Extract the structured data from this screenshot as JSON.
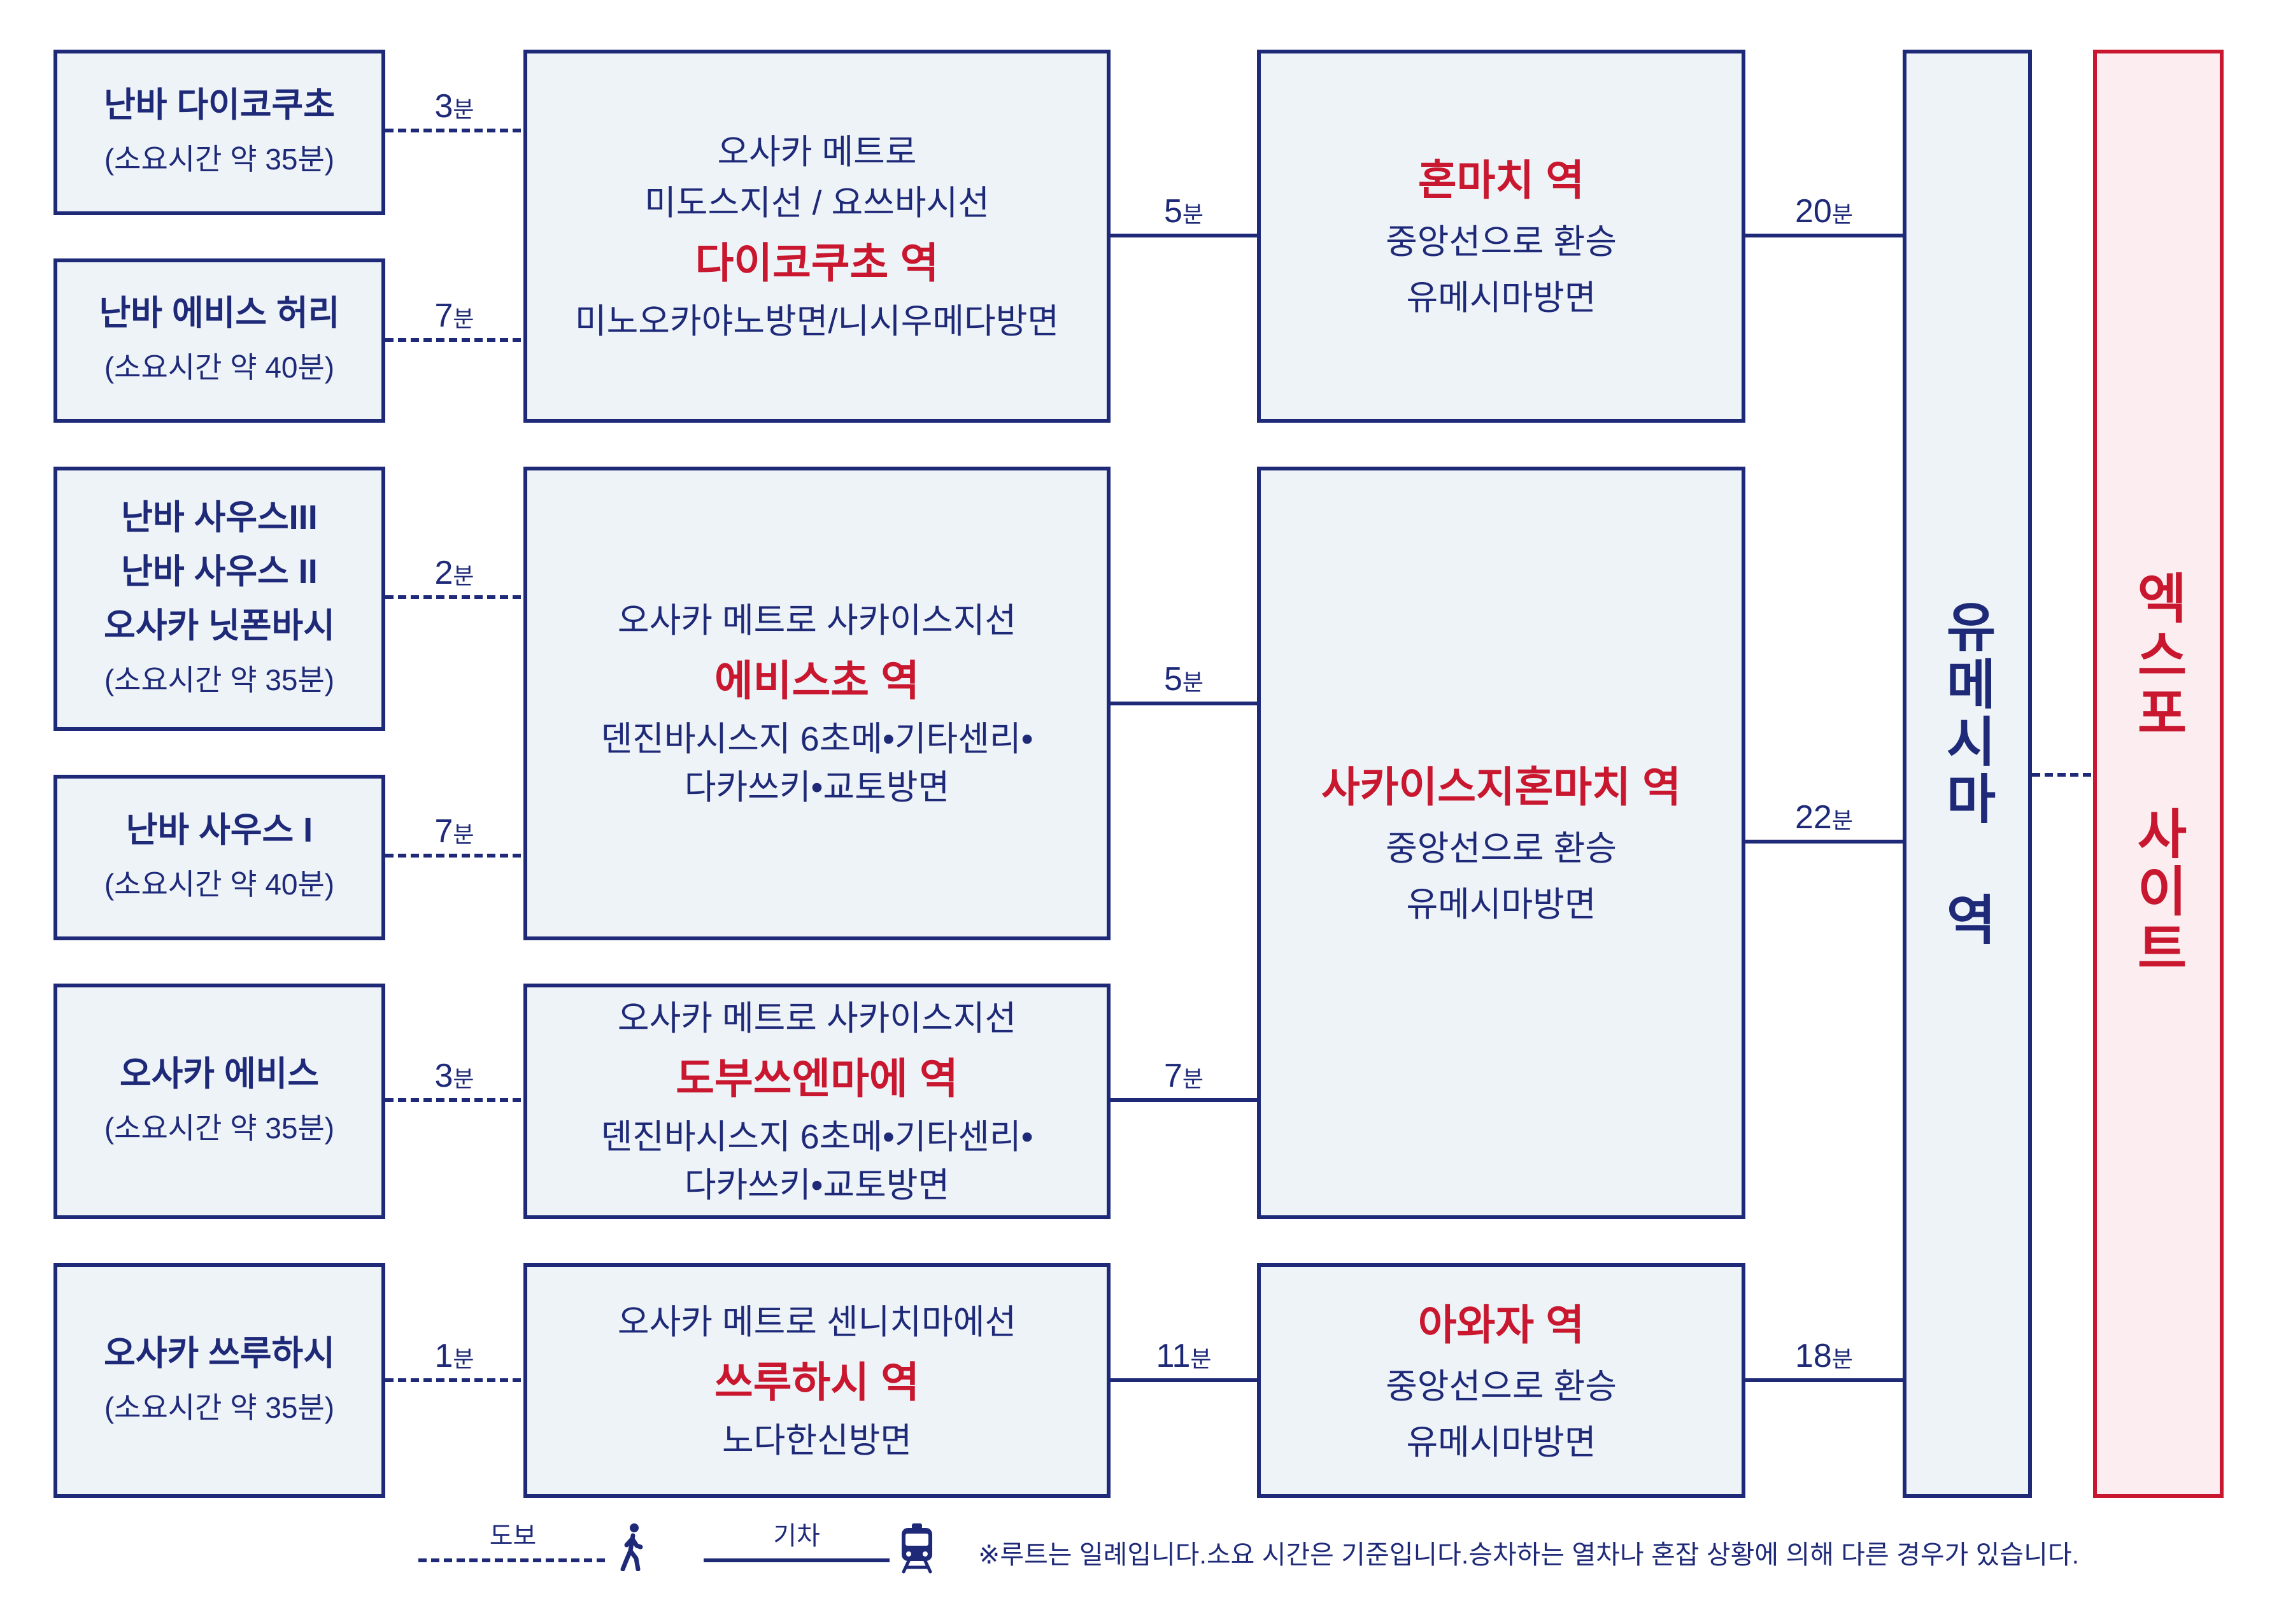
{
  "origins": [
    {
      "name_lines": [
        "난바 다이코쿠초"
      ],
      "duration": "(소요시간 약 35분)"
    },
    {
      "name_lines": [
        "난바 에비스 허리"
      ],
      "duration": "(소요시간 약 40분)"
    },
    {
      "name_lines": [
        "난바 사우스III",
        "난바 사우스 II",
        "오사카 닛폰바시"
      ],
      "duration": "(소요시간 약 35분)"
    },
    {
      "name_lines": [
        "난바 사우스 I"
      ],
      "duration": "(소요시간 약 40분)"
    },
    {
      "name_lines": [
        "오사카 에비스"
      ],
      "duration": "(소요시간 약 35분)"
    },
    {
      "name_lines": [
        "오사카 쓰루하시"
      ],
      "duration": "(소요시간 약 35분)"
    }
  ],
  "walk_times": [
    {
      "minutes": "3",
      "unit": "분"
    },
    {
      "minutes": "7",
      "unit": "분"
    },
    {
      "minutes": "2",
      "unit": "분"
    },
    {
      "minutes": "7",
      "unit": "분"
    },
    {
      "minutes": "3",
      "unit": "분"
    },
    {
      "minutes": "1",
      "unit": "분"
    }
  ],
  "boarding_stations": [
    {
      "line_lines": [
        "오사카 메트로",
        "미도스지선 / 요쓰바시선"
      ],
      "station": "다이코쿠초 역",
      "direction_lines": [
        "미노오카야노방면/니시우메다방면"
      ]
    },
    {
      "line_lines": [
        "오사카 메트로 사카이스지선"
      ],
      "station": "에비스초 역",
      "direction_lines": [
        "덴진바시스지 6초메•기타센리•",
        "다카쓰키•교토방면"
      ]
    },
    {
      "line_lines": [
        "오사카 메트로 사카이스지선"
      ],
      "station": "도부쓰엔마에 역",
      "direction_lines": [
        "덴진바시스지 6초메•기타센리•",
        "다카쓰키•교토방면"
      ]
    },
    {
      "line_lines": [
        "오사카 메트로 센니치마에선"
      ],
      "station": "쓰루하시 역",
      "direction_lines": [
        "노다한신방면"
      ]
    }
  ],
  "ride_times": [
    {
      "minutes": "5",
      "unit": "분"
    },
    {
      "minutes": "5",
      "unit": "분"
    },
    {
      "minutes": "7",
      "unit": "분"
    },
    {
      "minutes": "11",
      "unit": "분"
    }
  ],
  "transfer_stations": [
    {
      "station": "혼마치 역",
      "transfer": "중앙선으로 환승",
      "direction": "유메시마방면"
    },
    {
      "station": "사카이스지혼마치 역",
      "transfer": "중앙선으로 환승",
      "direction": "유메시마방면"
    },
    {
      "station": "아와자 역",
      "transfer": "중앙선으로 환승",
      "direction": "유메시마방면"
    }
  ],
  "chuo_line_times": [
    {
      "minutes": "20",
      "unit": "분"
    },
    {
      "minutes": "22",
      "unit": "분"
    },
    {
      "minutes": "18",
      "unit": "분"
    }
  ],
  "terminal": {
    "station": "유메시마 역"
  },
  "destination": {
    "name": "엑스포 사이트"
  },
  "legend": {
    "walk_label": "도보",
    "walk_icon": "walking-person-icon",
    "train_label": "기차",
    "train_icon": "train-icon",
    "note": "※루트는 일례입니다.소요 시간은 기준입니다.승차하는 열차나 혼잡 상황에 의해 다른 경우가 있습니다."
  },
  "colors": {
    "navy": "#1e2a78",
    "red": "#c8172e",
    "box_fill": "#eef3f8",
    "destination_fill": "#fcedf0"
  }
}
